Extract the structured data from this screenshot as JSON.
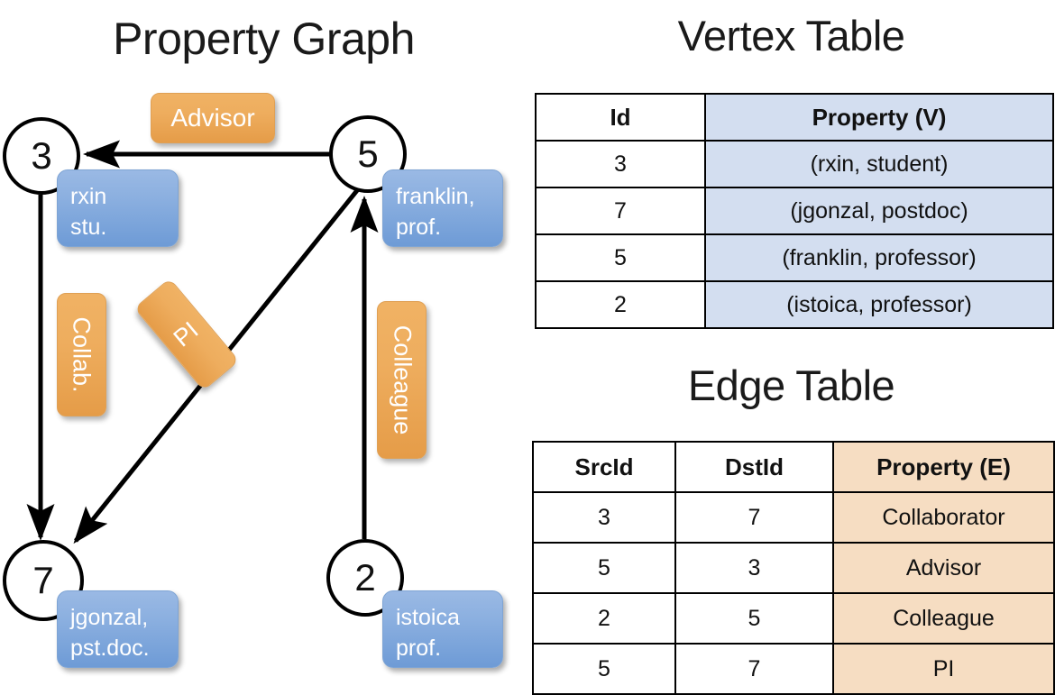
{
  "graph": {
    "title": "Property Graph",
    "nodes": [
      {
        "id": "3",
        "name": "node-3",
        "property_lines": [
          "rxin",
          "stu."
        ]
      },
      {
        "id": "5",
        "name": "node-5",
        "property_lines": [
          "franklin,",
          "prof."
        ]
      },
      {
        "id": "7",
        "name": "node-7",
        "property_lines": [
          "jgonzal,",
          "pst.doc."
        ]
      },
      {
        "id": "2",
        "name": "node-2",
        "property_lines": [
          "istoica",
          "prof."
        ]
      }
    ],
    "edge_labels": {
      "advisor": "Advisor",
      "collab": "Collab.",
      "pi": "PI",
      "colleague": "Colleague"
    },
    "edges": [
      {
        "from": "5",
        "to": "3",
        "label": "Advisor"
      },
      {
        "from": "3",
        "to": "7",
        "label": "Collab."
      },
      {
        "from": "5",
        "to": "7",
        "label": "PI"
      },
      {
        "from": "2",
        "to": "5",
        "label": "Colleague"
      }
    ],
    "colors": {
      "node_fill": "#ffffff",
      "node_stroke": "#000000",
      "vertex_property_fill": "#8cb0e0",
      "edge_property_fill": "#eead5e"
    }
  },
  "vertex_table": {
    "title": "Vertex Table",
    "headers": [
      "Id",
      "Property (V)"
    ],
    "rows": [
      {
        "id": "3",
        "property": "(rxin, student)"
      },
      {
        "id": "7",
        "property": "(jgonzal, postdoc)"
      },
      {
        "id": "5",
        "property": "(franklin, professor)"
      },
      {
        "id": "2",
        "property": "(istoica, professor)"
      }
    ],
    "property_column_color": "#d3def0"
  },
  "edge_table": {
    "title": "Edge Table",
    "headers": [
      "SrcId",
      "DstId",
      "Property (E)"
    ],
    "rows": [
      {
        "src": "3",
        "dst": "7",
        "property": "Collaborator"
      },
      {
        "src": "5",
        "dst": "3",
        "property": "Advisor"
      },
      {
        "src": "2",
        "dst": "5",
        "property": "Colleague"
      },
      {
        "src": "5",
        "dst": "7",
        "property": "PI"
      }
    ],
    "property_column_color": "#f6ddc2"
  }
}
